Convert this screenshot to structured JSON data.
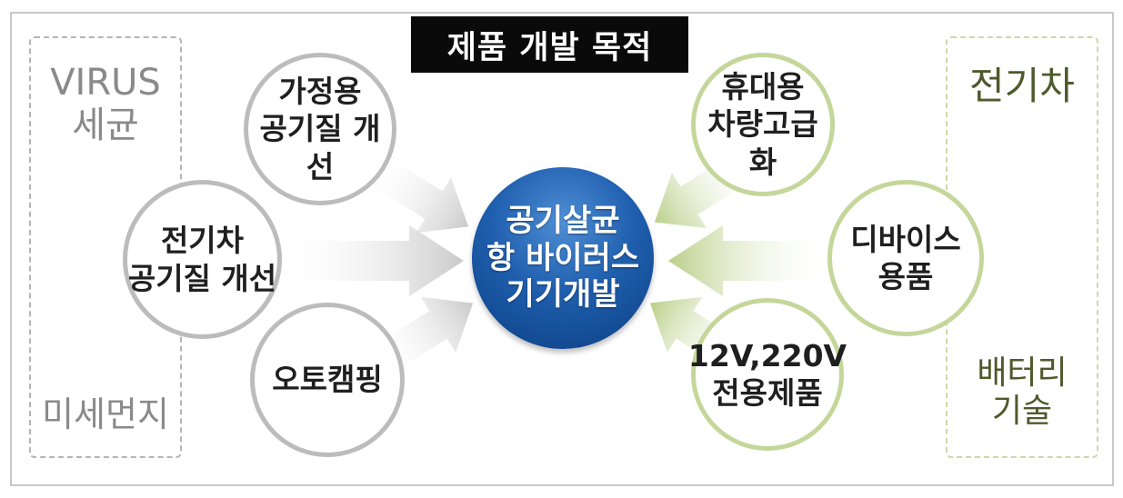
{
  "title": "제품 개발 목적",
  "left_panel": {
    "top": "VIRUS\n세균",
    "bottom": "미세먼지"
  },
  "right_panel": {
    "top": "전기차",
    "bottom": "배터리\n기술"
  },
  "left_circles": [
    {
      "label": "가정용\n공기질 개선"
    },
    {
      "label": "전기차\n공기질 개선"
    },
    {
      "label": "오토캠핑"
    }
  ],
  "right_circles": [
    {
      "label": "휴대용\n차량고급화"
    },
    {
      "label": "디바이스\n용품"
    },
    {
      "label": "12V,220V\n전용제품"
    }
  ],
  "center": {
    "label": "공기살균\n항 바이러스\n기기개발"
  },
  "colors": {
    "left_accent": "#bcbcbc",
    "right_accent": "#c5d69a",
    "center": "#1f5fae",
    "title_bg": "#0a0a0a"
  }
}
